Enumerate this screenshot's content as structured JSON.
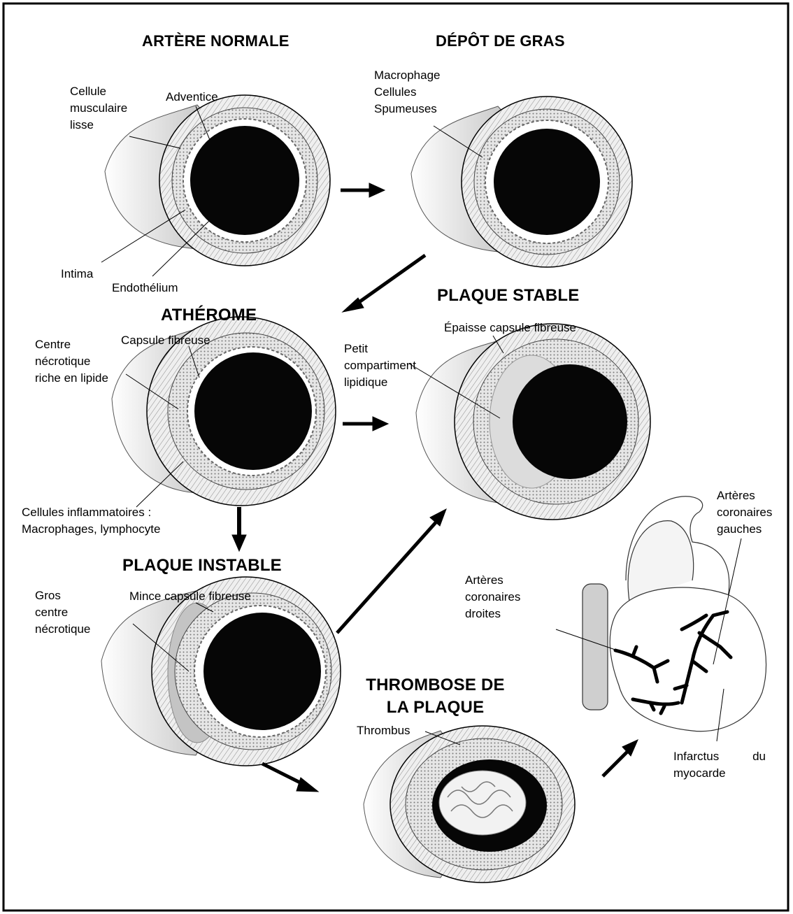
{
  "stages": {
    "normal": {
      "title": "ARTÈRE NORMALE",
      "labels": {
        "muscle": "Cellule\nmusculaire\nlisse",
        "adventice": "Adventice",
        "intima": "Intima",
        "endothelium": "Endothélium"
      }
    },
    "fat": {
      "title": "DÉPÔT DE GRAS",
      "labels": {
        "macrophage": "Macrophage\nCellules\nSpumeuses"
      }
    },
    "atherome": {
      "title": "ATHÉROME",
      "labels": {
        "center": "Centre\nnécrotique\nriche en lipide",
        "capsule": "Capsule fibreuse",
        "inflam": "Cellules inflammatoires :\nMacrophages, lymphocyte"
      }
    },
    "stable": {
      "title": "PLAQUE STABLE",
      "labels": {
        "capsule": "Épaisse capsule fibreuse",
        "lipid": "Petit\ncompartiment\nlipidique"
      }
    },
    "unstable": {
      "title": "PLAQUE INSTABLE",
      "labels": {
        "center": "Gros\ncentre\nnécrotique",
        "capsule": "Mince capsule fibreuse"
      }
    },
    "thrombosis": {
      "title_line1": "THROMBOSE DE",
      "title_line2": "LA PLAQUE",
      "labels": {
        "thrombus": "Thrombus"
      }
    },
    "heart": {
      "labels": {
        "left": "Artères\ncoronaires\ngauches",
        "right": "Artères\ncoronaires\ndroites",
        "infarct_a": "Infarctus",
        "infarct_b": "du",
        "infarct_c": "myocarde"
      }
    }
  },
  "colors": {
    "ink": "#000000",
    "lumen": "#060606",
    "wall": "#f4f4f4",
    "shade": "#c9c9c9",
    "frame": "#000000"
  }
}
